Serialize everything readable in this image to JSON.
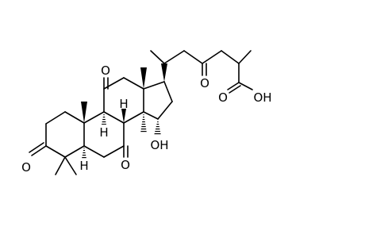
{
  "molecule": {
    "atom_labels": {
      "o_c3": "O",
      "o_c7": "O",
      "o_c11": "O",
      "oh_c15": "OH",
      "o_c23": "O",
      "o_acid": "O",
      "oh_acid": "OH",
      "h_c5": "H",
      "h_c8": "H",
      "h_c9": "H"
    }
  }
}
